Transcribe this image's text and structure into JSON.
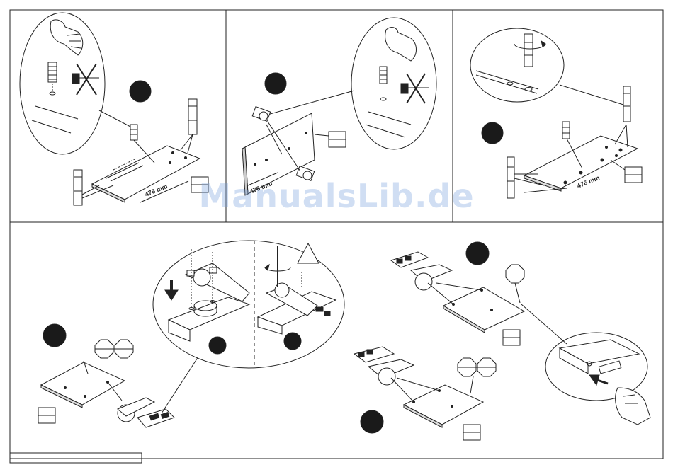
{
  "watermark": {
    "text": "ManualsLib.de",
    "color": "#9bb8e6"
  },
  "dimensions": {
    "panel1": "476 mm",
    "panel2": "476 mm",
    "panel3": "476 mm"
  },
  "colors": {
    "line": "#222222",
    "step_badge": "#1a1a1a",
    "paper": "#ffffff"
  },
  "icons": {
    "rotation": "rotate-clockwise-icon",
    "down_arrow": "arrow-down-icon",
    "hammer_forbidden": "no-hammer-icon",
    "warning": "warning-triangle-icon"
  }
}
